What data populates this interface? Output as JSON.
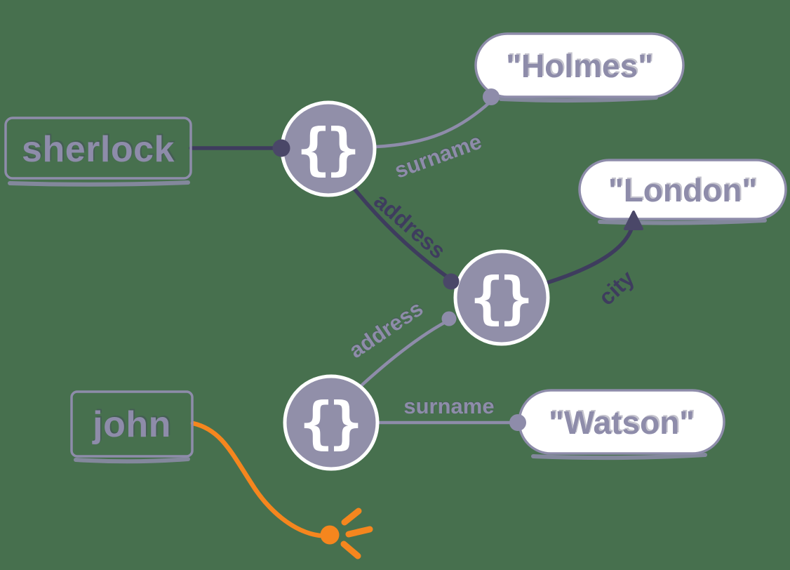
{
  "palette": {
    "background": "#47704E",
    "muted_purple": "#8E8CAA",
    "dark_navy": "#3E3C5E",
    "object_fill": "#918FA9",
    "value_fill": "#FFFFFF",
    "broken_orange": "#F5861E"
  },
  "variables": {
    "sherlock": {
      "label": "sherlock"
    },
    "john": {
      "label": "john"
    }
  },
  "objects": {
    "person1": {
      "glyph": "{}"
    },
    "address": {
      "glyph": "{}"
    },
    "person2": {
      "glyph": "{}"
    }
  },
  "values": {
    "holmes": {
      "label": "\"Holmes\""
    },
    "london": {
      "label": "\"London\""
    },
    "watson": {
      "label": "\"Watson\""
    }
  },
  "edge_labels": {
    "person1_surname": "surname",
    "person1_address": "address",
    "person2_address": "address",
    "address_city": "city",
    "person2_surname": "surname"
  }
}
